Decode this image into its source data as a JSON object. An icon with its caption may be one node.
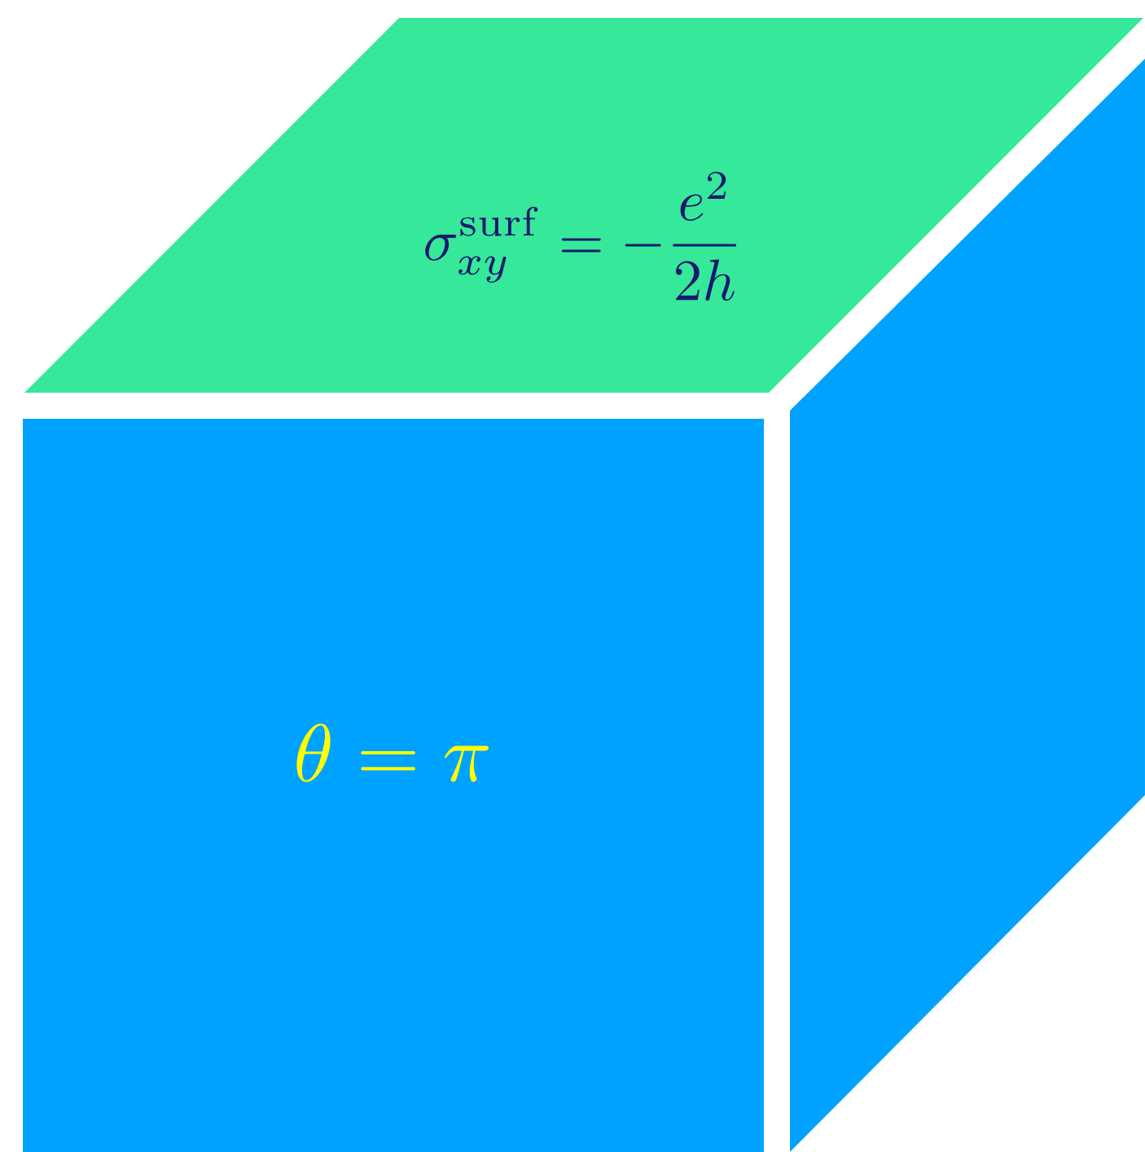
{
  "diagram": {
    "nodes": [
      {
        "text": [
          "\\sigma_{xy}^{\\mathrm{surf}}=-\\frac{e^{2}}{2h}"
        ]
      },
      {
        "text": [
          "\\theta=\\pi"
        ]
      },
      {
        "text": [],
        "shape": "parallelogram"
      }
    ]
  }
}
